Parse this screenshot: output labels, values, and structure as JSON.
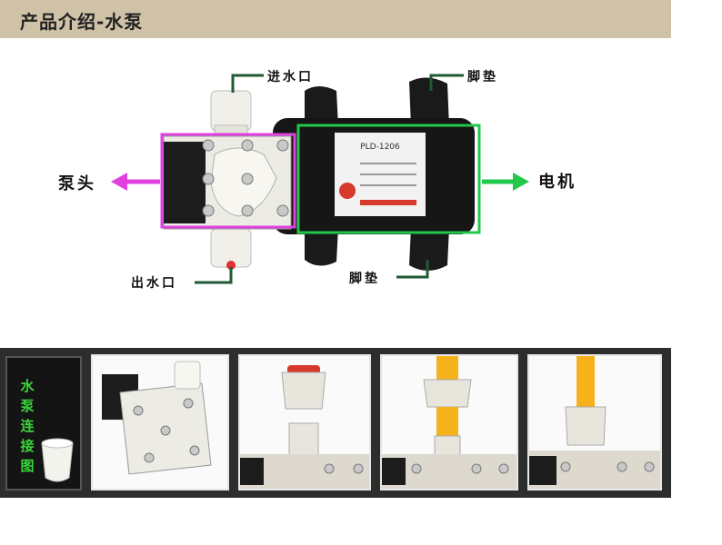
{
  "header": {
    "title": "产品介绍-水泵"
  },
  "callouts": {
    "inlet": "进水口",
    "outlet": "出水口",
    "foot_top": "脚垫",
    "foot_bottom": "脚垫",
    "pump_head": "泵头",
    "motor": "电机"
  },
  "connection": {
    "caption_chars": [
      "水",
      "泵",
      "连",
      "接",
      "图"
    ]
  },
  "colors": {
    "pump_head_box": "#e040e0",
    "motor_box": "#22c84a",
    "header_bg": "#cfc2a7",
    "strip_bg": "#2d2d2d",
    "caption_green": "#3ad63a",
    "hose_yellow": "#f5b21a"
  }
}
